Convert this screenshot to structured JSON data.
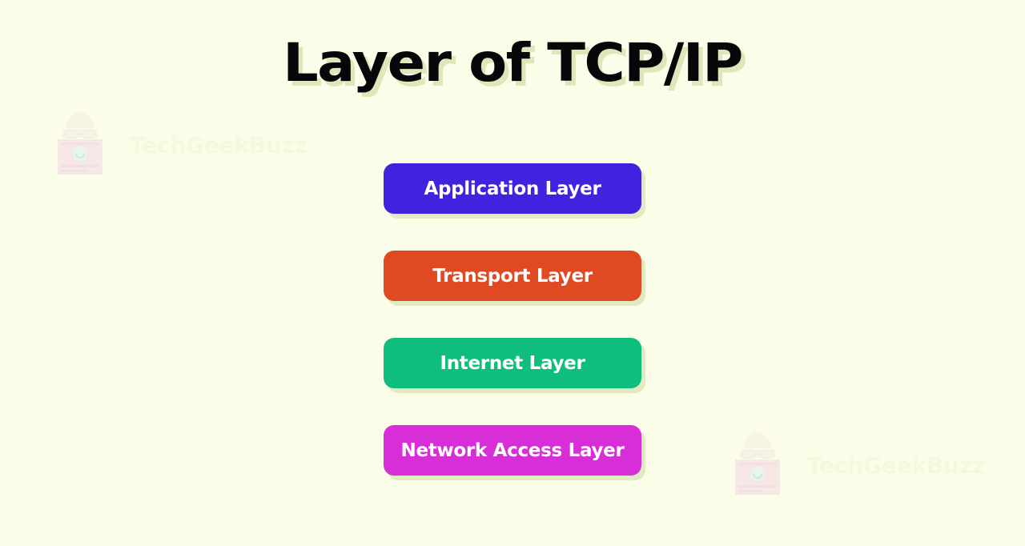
{
  "page": {
    "title": "Layer of TCP/IP",
    "background_color": "#FCFDE8",
    "title_color": "#07070A",
    "title_shadow_color": "#DDE8BA"
  },
  "diagram": {
    "type": "stacked-layer-diagram",
    "layer_count": 4,
    "layers": [
      {
        "label": "Application Layer",
        "color": "#4022DF",
        "text_color": "#FFFFFF",
        "order": 1
      },
      {
        "label": "Transport Layer",
        "color": "#DF4A23",
        "text_color": "#FFFFFF",
        "order": 2
      },
      {
        "label": "Internet Layer",
        "color": "#0FBE7D",
        "text_color": "#FFFFFF",
        "order": 3
      },
      {
        "label": "Network Access Layer",
        "color": "#D82ED8",
        "text_color": "#FFFFFF",
        "order": 4
      }
    ]
  },
  "watermarks": [
    {
      "text": "TechGeekBuzz",
      "position": "top-left",
      "color": "#F6F8DE"
    },
    {
      "text": "TechGeekBuzz",
      "position": "bottom-right",
      "color": "#F6F8DE"
    }
  ]
}
